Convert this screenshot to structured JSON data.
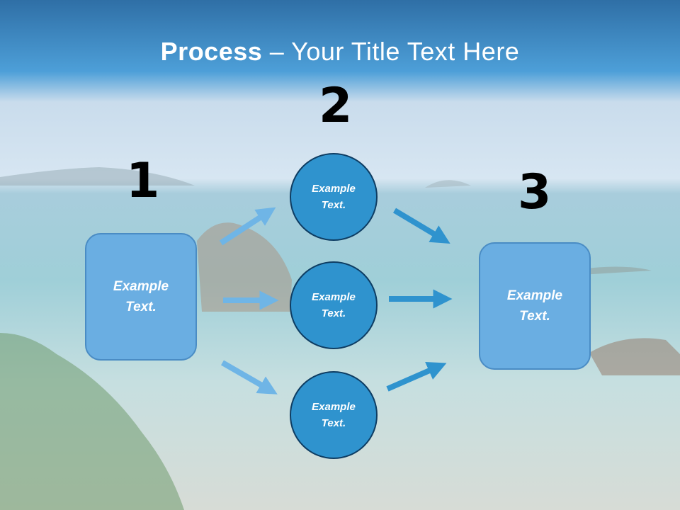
{
  "title": {
    "bold": "Process",
    "rest": " – Your Title Text Here"
  },
  "steps": [
    {
      "number": "1",
      "text": "Example\nText."
    },
    {
      "number": "2",
      "circles": [
        "Example\nText.",
        "Example\nText.",
        "Example\nText."
      ]
    },
    {
      "number": "3",
      "text": "Example\nText."
    }
  ],
  "colors": {
    "box": "#6aaee2",
    "circle": "#2f93ce",
    "arrow_light": "#6fb5e6",
    "arrow_dark": "#2f93ce"
  }
}
